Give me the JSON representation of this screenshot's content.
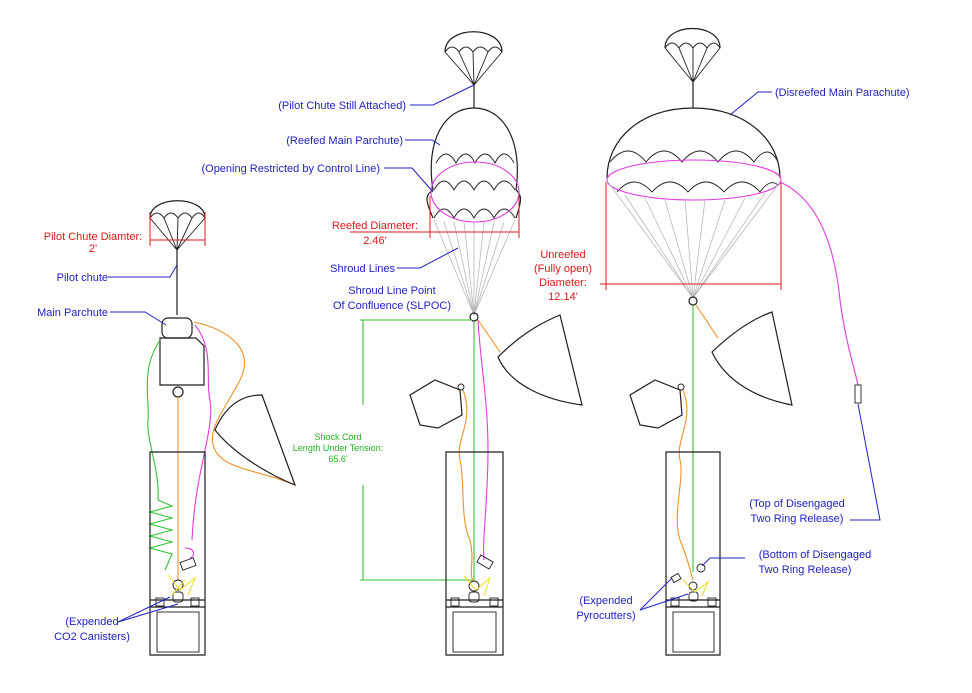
{
  "labels": {
    "pilot_chute_still_attached": "(Pilot Chute Still Attached)",
    "reefed_main_parchute": "(Reefed Main Parchute)",
    "opening_restricted": "(Opening Restricted by Control Line)",
    "disreefed_main_parachute": "(Disreefed Main Parachute)",
    "pilot_chute_diameter_title": "Pilot Chute Diamter:",
    "pilot_chute_diameter_value": "2'",
    "pilot_chute": "Pilot chute",
    "main_parchute": "Main Parchute",
    "reefed_diameter_title": "Reefed Diameter:",
    "reefed_diameter_value": "2.46'",
    "shroud_lines": "Shroud Lines",
    "slpoc_line1": "Shroud Line Point",
    "slpoc_line2": "Of Confluence (SLPOC)",
    "unreefed_line1": "Unreefed",
    "unreefed_line2": "(Fully open)",
    "unreefed_line3": "Diameter:",
    "unreefed_value": "12.14'",
    "shock_cord_line1": "Shock Cord",
    "shock_cord_line2": "Length Under Tension:",
    "shock_cord_value": "65.6'",
    "top_release_line1": "(Top of Disengaged",
    "top_release_line2": "Two Ring Release)",
    "bottom_release_line1": "(Bottom of Disengaged",
    "bottom_release_line2": "Two Ring Release)",
    "co2_line1": "(Expended",
    "co2_line2": "CO2 Canisters)",
    "pyro_line1": "(Expended",
    "pyro_line2": "Pyrocutters)"
  },
  "colors": {
    "callout": "#2121c8",
    "dimension": "#e01818",
    "shock_cord": "#22b422",
    "line_orange": "#f0902a",
    "control_line": "#e03ce0",
    "ink": "#1e1e1e"
  }
}
